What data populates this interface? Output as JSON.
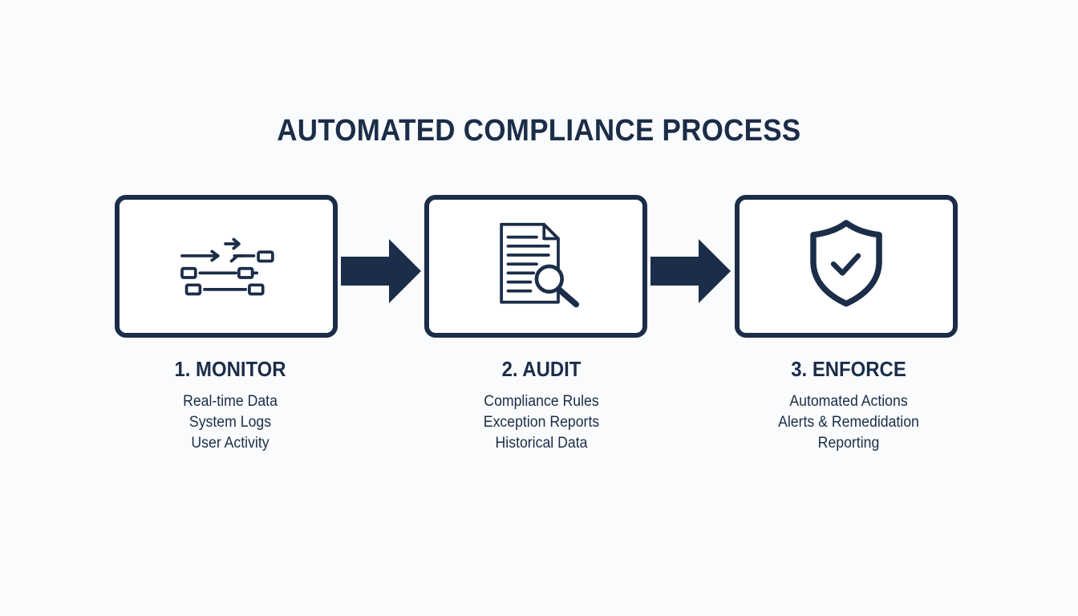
{
  "title": "AUTOMATED COMPLIANCE PROCESS",
  "colors": {
    "primary": "#1b2d48",
    "background": "#fafbfc",
    "card_fill": "#ffffff"
  },
  "steps": [
    {
      "title": "1. MONITOR",
      "icon": "data-flow-icon",
      "lines": [
        "Real-time Data",
        "System Logs",
        "User Activity"
      ]
    },
    {
      "title": "2. AUDIT",
      "icon": "document-search-icon",
      "lines": [
        "Compliance Rules",
        "Exception Reports",
        "Historical Data"
      ]
    },
    {
      "title": "3. ENFORCE",
      "icon": "shield-check-icon",
      "lines": [
        "Automated Actions",
        "Alerts & Remedidation",
        "Reporting"
      ]
    }
  ]
}
